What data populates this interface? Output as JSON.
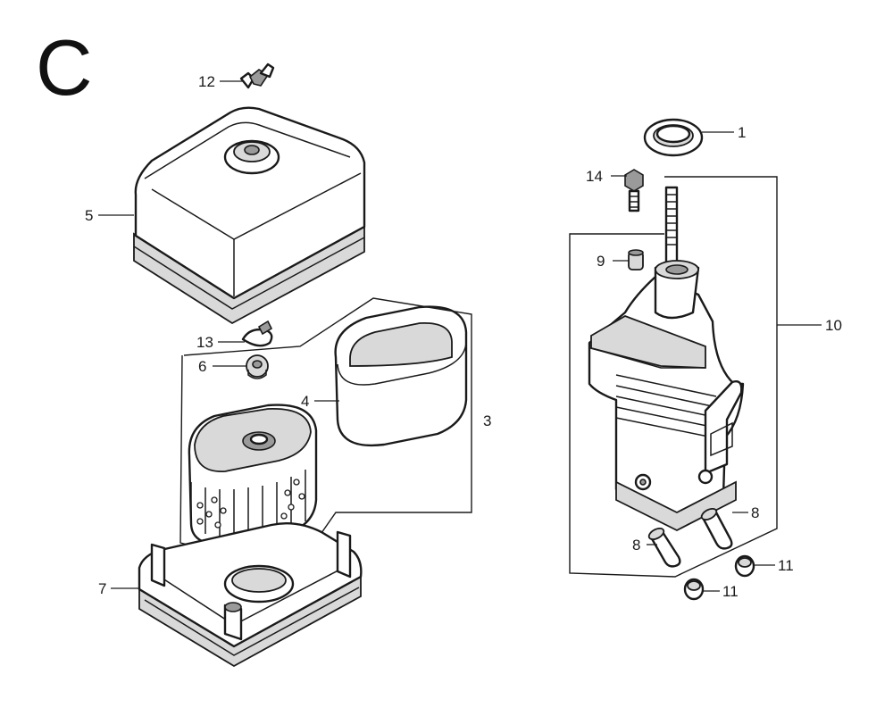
{
  "diagram": {
    "section_letter": "C",
    "callouts": {
      "c1": "1",
      "c3": "3",
      "c4": "4",
      "c5": "5",
      "c6": "6",
      "c7": "7",
      "c8a": "8",
      "c8b": "8",
      "c9": "9",
      "c10": "10",
      "c11a": "11",
      "c11b": "11",
      "c12": "12",
      "c13": "13",
      "c14": "14"
    }
  }
}
